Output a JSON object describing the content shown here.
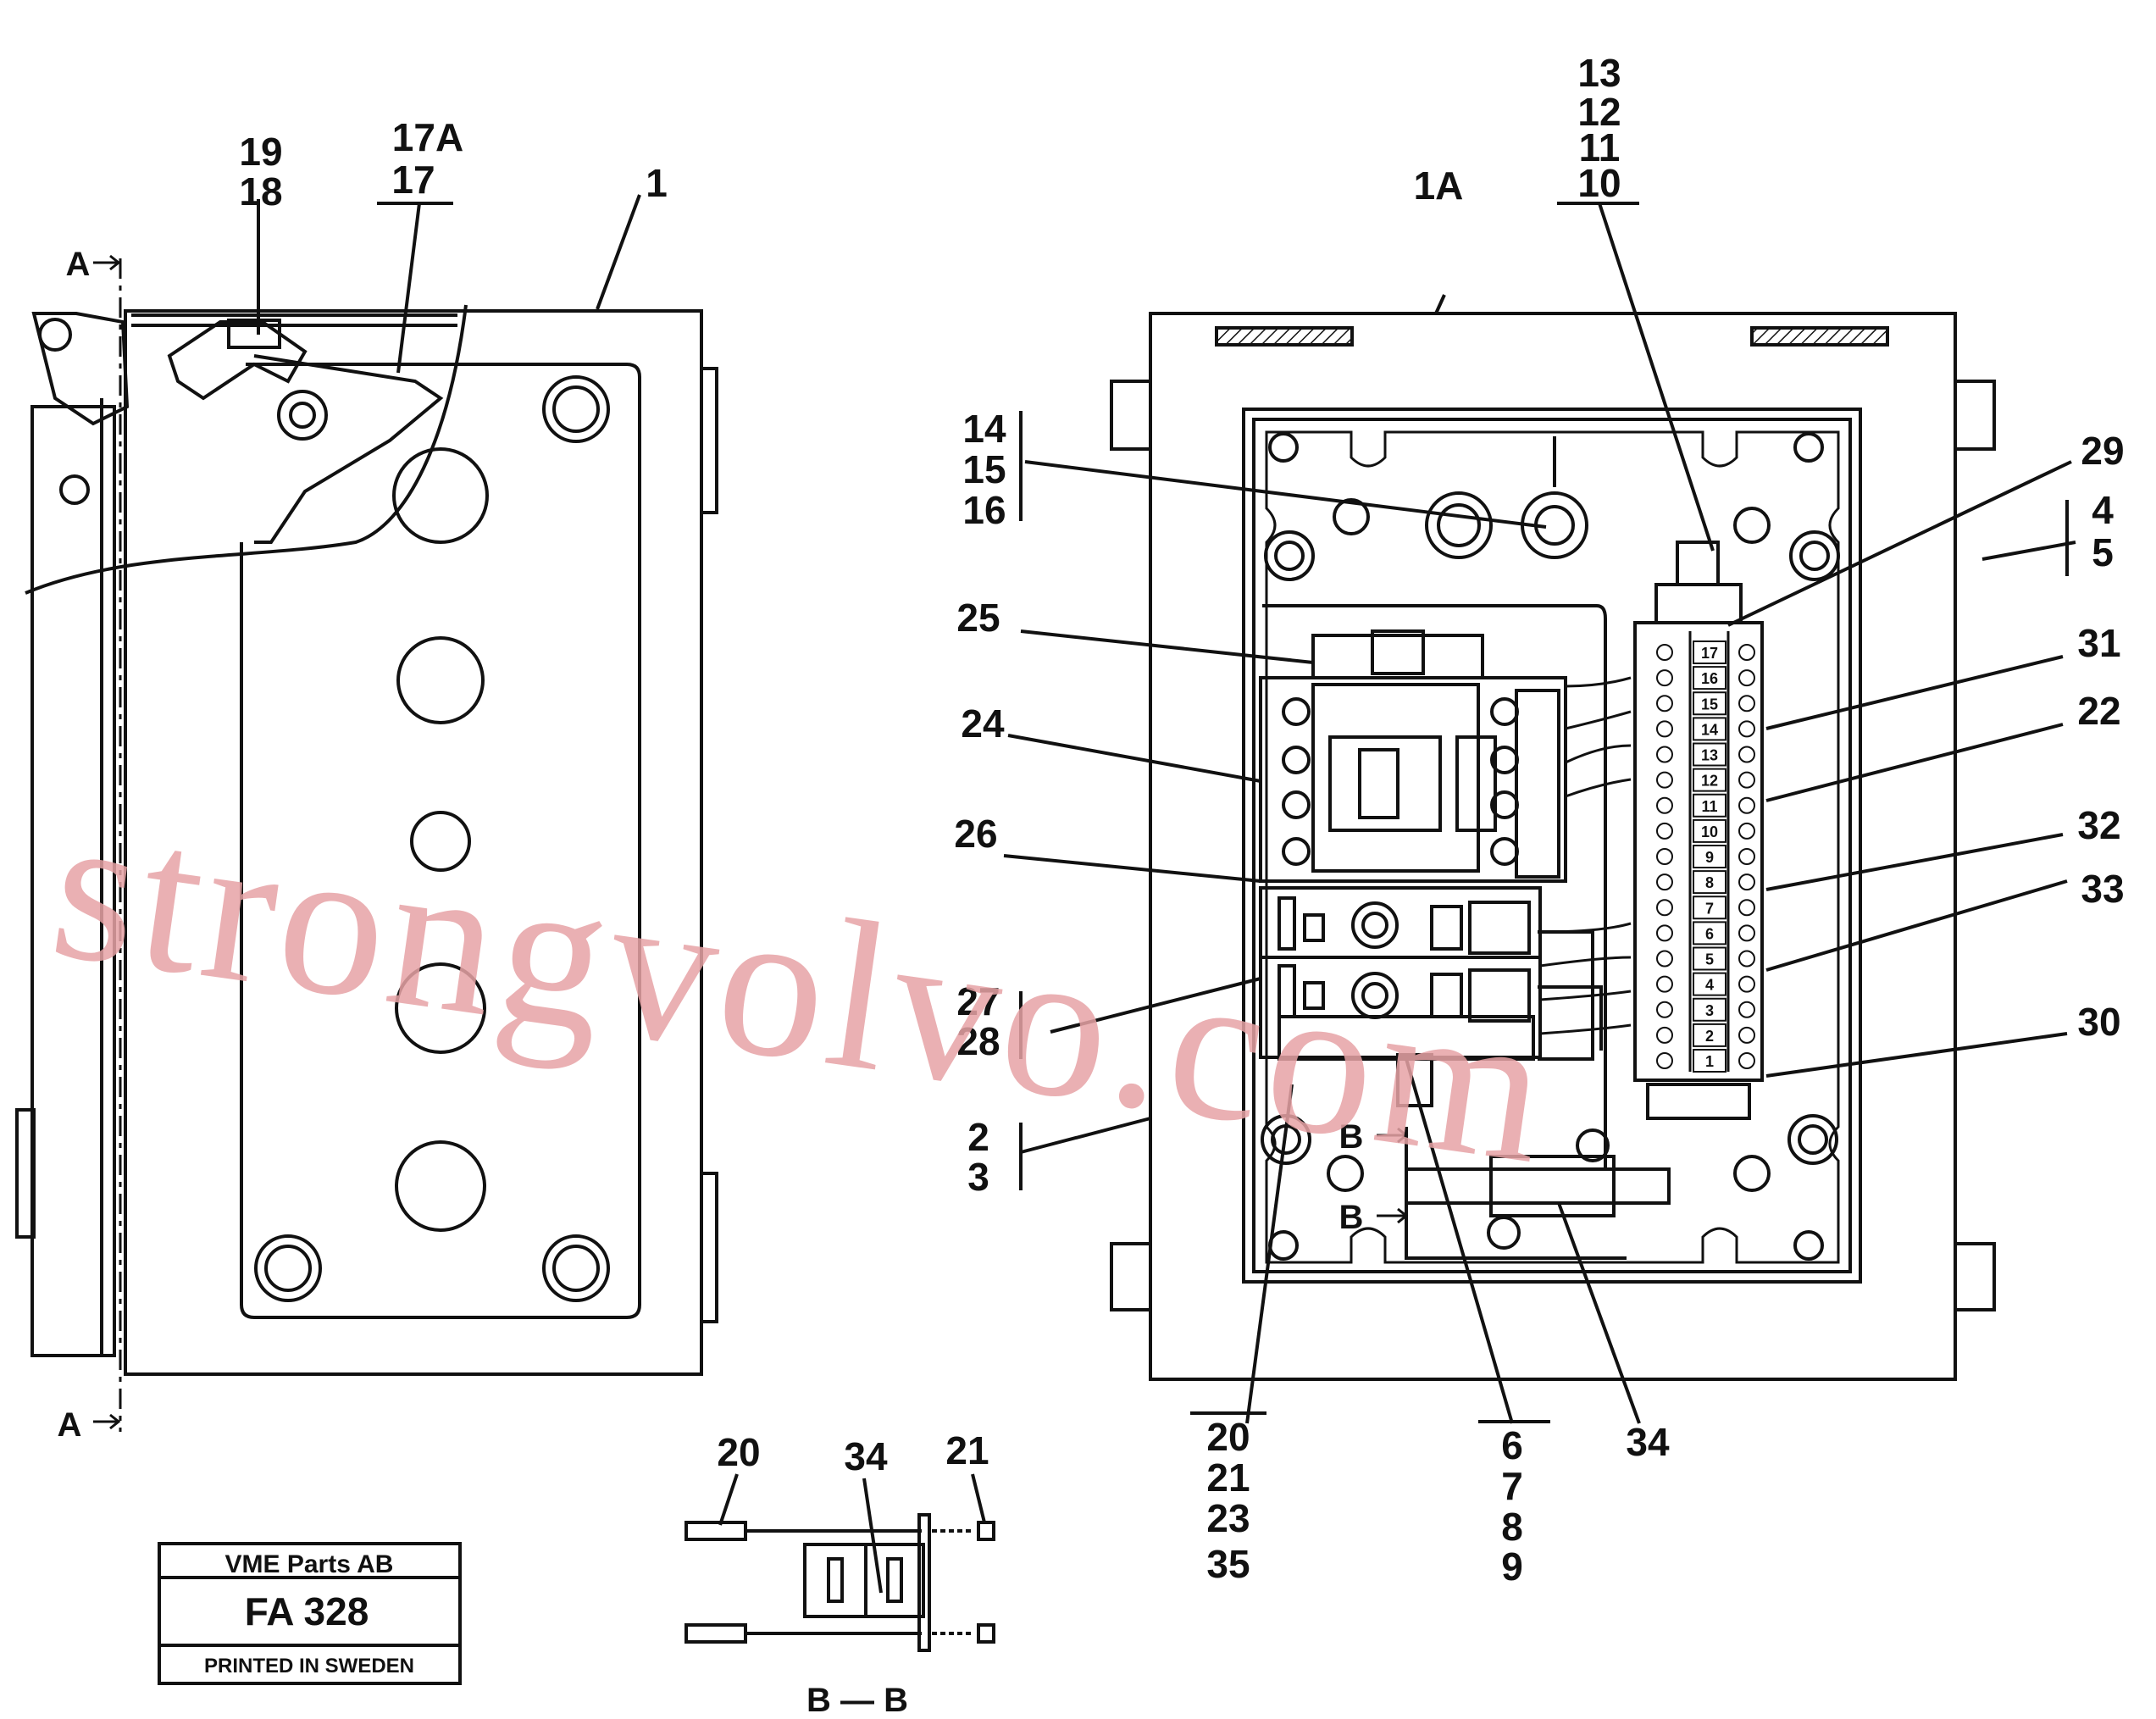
{
  "callouts": {
    "l19": "19",
    "l18": "18",
    "l17a": "17A",
    "l17": "17",
    "l1": "1",
    "secA": "A",
    "l13": "13",
    "l12": "12",
    "l11": "11",
    "l10": "10",
    "l1a": "1A",
    "l14": "14",
    "l15": "15",
    "l16": "16",
    "l29": "29",
    "l4": "4",
    "l5": "5",
    "l25": "25",
    "l31": "31",
    "l24": "24",
    "l22": "22",
    "l26": "26",
    "l32": "32",
    "l33": "33",
    "l27": "27",
    "l28": "28",
    "l30": "30",
    "l2": "2",
    "l3": "3",
    "l20": "20",
    "l21": "21",
    "l23": "23",
    "l35": "35",
    "l6": "6",
    "l7": "7",
    "l8": "8",
    "l9": "9",
    "l34": "34",
    "secB": "B"
  },
  "terminal_numbers": [
    "1",
    "2",
    "3",
    "4",
    "5",
    "6",
    "7",
    "8",
    "9",
    "10",
    "11",
    "12",
    "13",
    "14",
    "15",
    "16",
    "17"
  ],
  "detail_bb": {
    "l20": "20",
    "l34": "34",
    "l21": "21",
    "caption": "B — B"
  },
  "title_block": {
    "company": "VME Parts AB",
    "code": "FA 328",
    "printed": "PRINTED IN SWEDEN"
  },
  "watermark": "strongvolvo.com",
  "colors": {
    "ink": "#111111",
    "watermark": "#e7a3a6",
    "background": "#ffffff"
  }
}
